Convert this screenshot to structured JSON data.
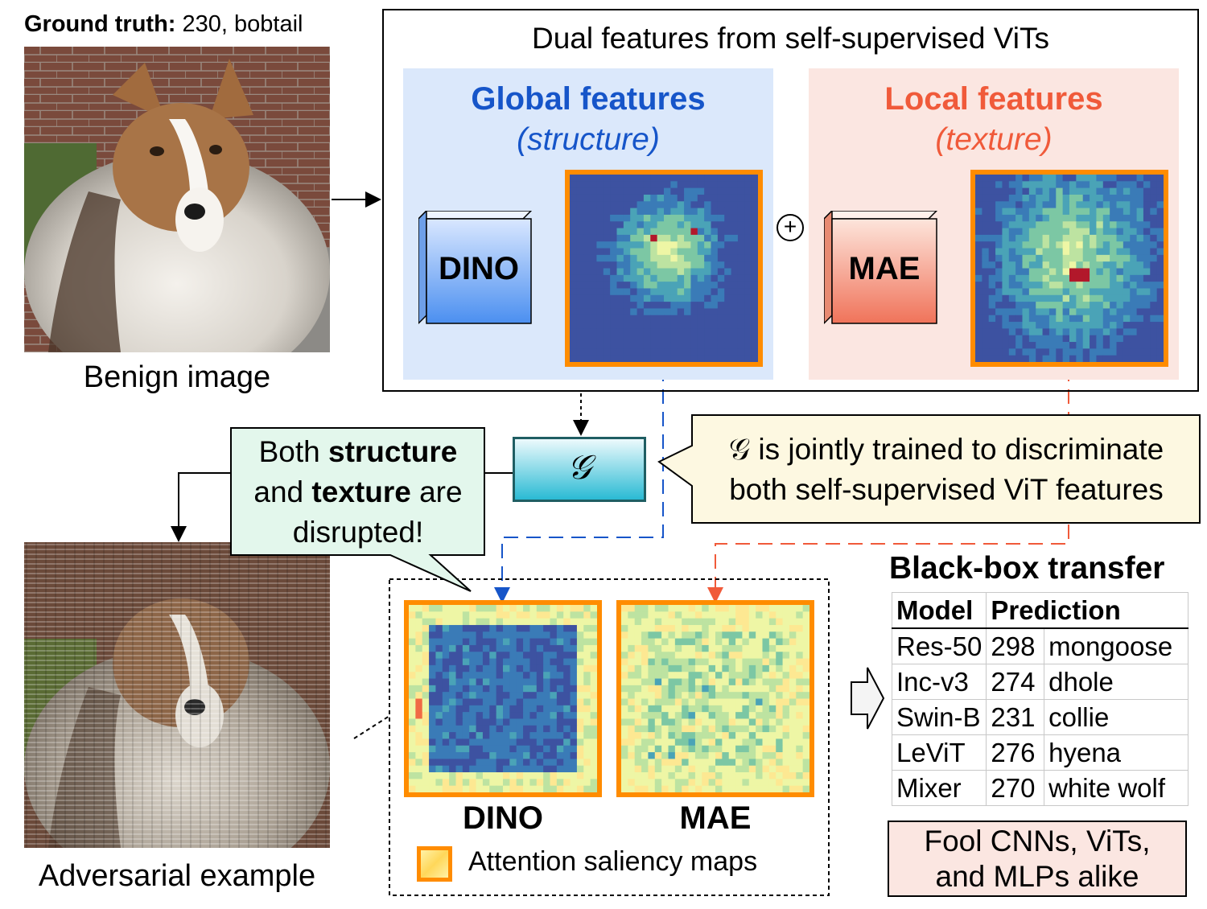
{
  "ground_truth": {
    "label": "Ground truth:",
    "value": "230, bobtail"
  },
  "benign_caption": "Benign image",
  "adversarial_caption": "Adversarial example",
  "dual_title": "Dual features from self-supervised ViTs",
  "global": {
    "title": "Global features",
    "subtitle": "(structure)",
    "model": "DINO"
  },
  "local": {
    "title": "Local features",
    "subtitle": "(texture)",
    "model": "MAE"
  },
  "plus_symbol": "+",
  "generator_symbol": "𝒢",
  "left_bubble": {
    "pre": "Both ",
    "b1": "structure",
    "mid": "and ",
    "b2": "texture",
    "post": " are",
    "end": "disrupted!"
  },
  "right_bubble": {
    "line1": "𝒢 is jointly trained to discriminate",
    "line2": "both self-supervised ViT features"
  },
  "bottom_maps": {
    "dino_label": "DINO",
    "mae_label": "MAE",
    "legend": "Attention saliency maps"
  },
  "blackbox": {
    "title": "Black-box transfer",
    "headers": [
      "Model",
      "Prediction"
    ],
    "rows": [
      {
        "model": "Res-50",
        "id": "298",
        "name": "mongoose"
      },
      {
        "model": "Inc-v3",
        "id": "274",
        "name": "dhole"
      },
      {
        "model": "Swin-B",
        "id": "231",
        "name": "collie"
      },
      {
        "model": "LeViT",
        "id": "276",
        "name": "hyena"
      },
      {
        "model": "Mixer",
        "id": "270",
        "name": "white wolf"
      }
    ]
  },
  "fool": {
    "line1": "Fool CNNs, ViTs,",
    "line2": "and MLPs alike"
  },
  "colors": {
    "global_blue": "#1655c9",
    "local_red": "#f05a3a",
    "map_border": "#ff8c00",
    "generator": "#3cc6d8"
  }
}
